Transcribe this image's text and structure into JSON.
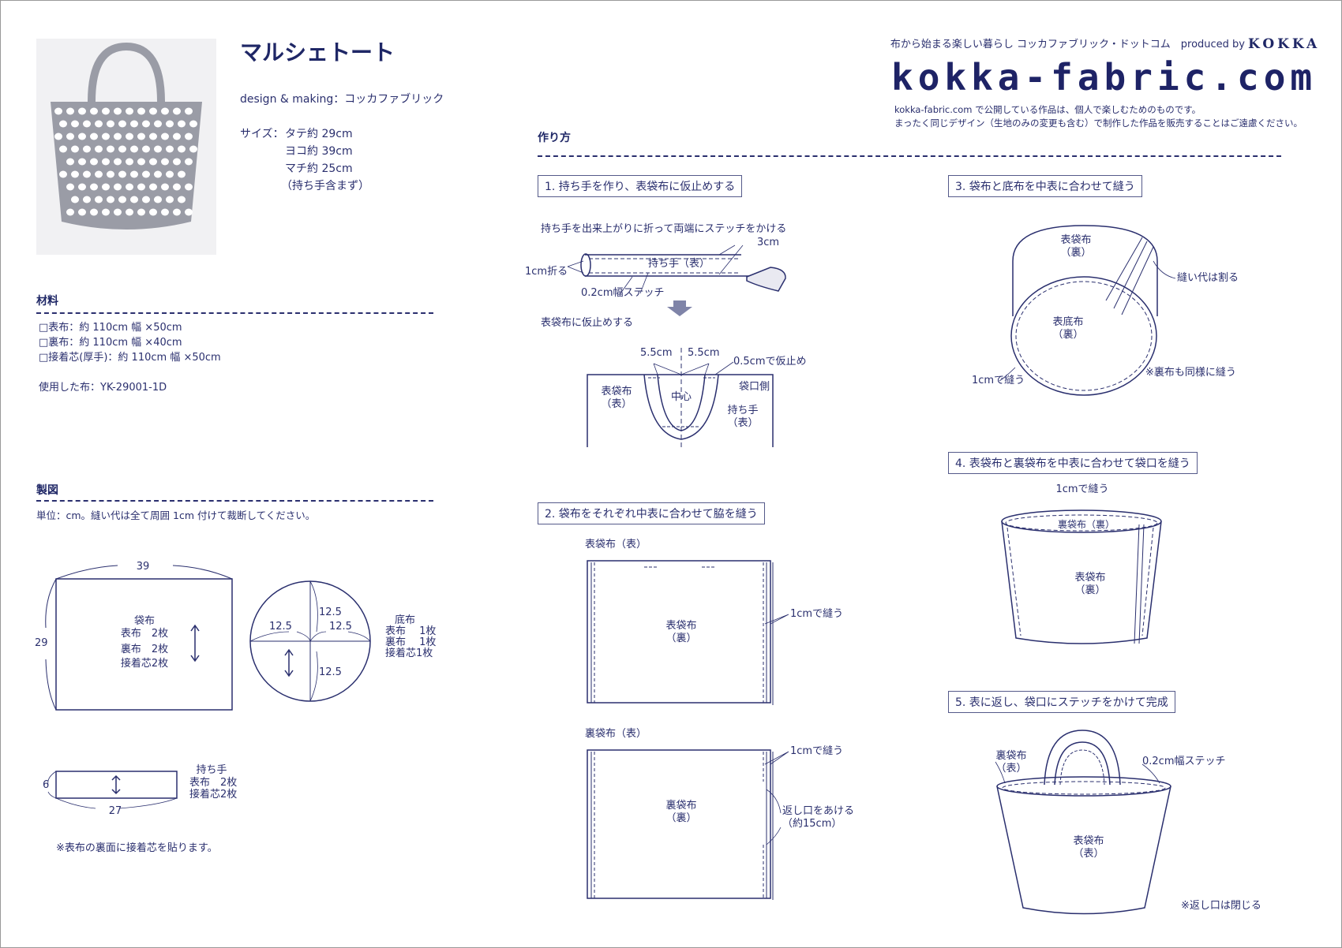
{
  "header": {
    "tagline": "布から始まる楽しい暮らし コッカファブリック・ドットコム　produced by",
    "brand": "KOKKA",
    "logo": "kokka-fabric.com",
    "notice_1": "kokka-fabric.com で公開している作品は、個人で楽しむためのものです。",
    "notice_2": "まったく同じデザイン（生地のみの変更も含む）で制作した作品を販売することはご遠慮ください。"
  },
  "intro": {
    "title": "マルシェトート",
    "credit": "design & making：コッカファブリック",
    "size_label": "サイズ：",
    "size_lines": [
      "タテ約 29cm",
      "ヨコ約 39cm",
      "マチ約 25cm",
      "（持ち手含まず）"
    ]
  },
  "materials": {
    "heading": "材料",
    "items": [
      "□表布：約 110cm 幅 ×50cm",
      "□裏布：約 110cm 幅 ×40cm",
      "□接着芯(厚手)：約 110cm 幅 ×50cm"
    ],
    "fabric_used": "使用した布：YK-29001-1D"
  },
  "pattern": {
    "heading": "製図",
    "unit_note": "単位：cm。縫い代は全て周囲 1cm 付けて裁断してください。",
    "bag": {
      "width": "39",
      "height": "29",
      "name": "袋布",
      "lines": [
        "表布　2枚",
        "裏布　2枚",
        "接着芯2枚"
      ]
    },
    "bottom": {
      "radius_labels": [
        "12.5",
        "12.5",
        "12.5",
        "12.5"
      ],
      "name": "底布",
      "lines": [
        "表布　 1枚",
        "裏布　 1枚",
        "接着芯1枚"
      ]
    },
    "handle": {
      "width": "27",
      "height": "6",
      "name": "持ち手",
      "lines": [
        "表布　2枚",
        "接着芯2枚"
      ]
    },
    "footnote": "※表布の裏面に接着芯を貼ります。"
  },
  "howto": {
    "heading": "作り方",
    "steps": [
      {
        "title": "1. 持ち手を作り、表袋布に仮止めする",
        "labels": [
          "持ち手を出来上がりに折って両端にステッチをかける",
          "3cm",
          "1cm折る",
          "持ち手（表）",
          "0.2cm幅ステッチ",
          "表袋布に仮止めする",
          "5.5cm",
          "5.5cm",
          "0.5cmで仮止め",
          "袋口側",
          "中心",
          "表袋布\n（表）",
          "持ち手\n（表）"
        ]
      },
      {
        "title": "2. 袋布をそれぞれ中表に合わせて脇を縫う",
        "labels": [
          "表袋布（表）",
          "1cmで縫う",
          "表袋布\n（裏）",
          "裏袋布（表）",
          "1cmで縫う",
          "返し口をあける\n（約15cm）",
          "裏袋布\n（裏）"
        ]
      },
      {
        "title": "3. 袋布と底布を中表に合わせて縫う",
        "labels": [
          "表袋布\n（裏）",
          "縫い代は割る",
          "表底布\n（裏）",
          "1cmで縫う",
          "※裏布も同様に縫う"
        ]
      },
      {
        "title": "4. 表袋布と裏袋布を中表に合わせて袋口を縫う",
        "labels": [
          "1cmで縫う",
          "裏袋布（裏）",
          "表袋布\n（裏）"
        ]
      },
      {
        "title": "5. 表に返し、袋口にステッチをかけて完成",
        "labels": [
          "裏袋布\n（表）",
          "0.2cm幅ステッチ",
          "表袋布\n（表）",
          "※返し口は閉じる"
        ]
      }
    ]
  },
  "colors": {
    "ink": "#2a2f6e",
    "heading": "#1f2766",
    "photo_bg": "#9a9ca6",
    "dots": "#ffffff"
  }
}
